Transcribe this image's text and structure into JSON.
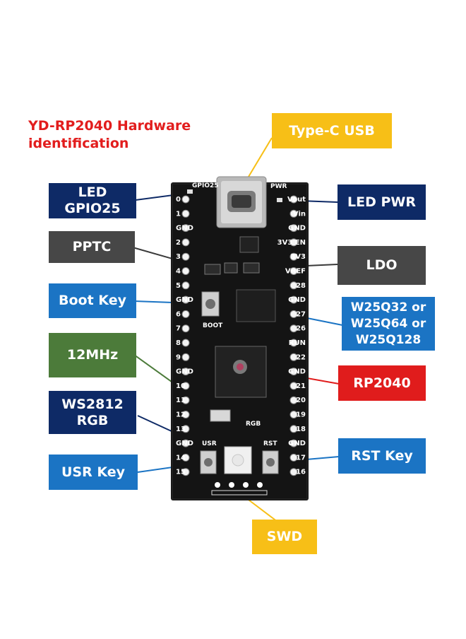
{
  "title": {
    "line1": "YD-RP2040 Hardware",
    "line2": "identification"
  },
  "colors": {
    "navy": "#0e2a66",
    "blue": "#1b74c4",
    "gray": "#474747",
    "green": "#4c7b3a",
    "red": "#e01c1c",
    "yellow": "#f7bf17",
    "title": "#e21d1d"
  },
  "labels": {
    "type_c_usb": "Type-C USB",
    "led_gpio25": "LED\nGPIO25",
    "led_pwr": "LED PWR",
    "pptc": "PPTC",
    "ldo": "LDO",
    "boot_key": "Boot Key",
    "flash": "W25Q32 or\nW25Q64 or\nW25Q128",
    "crystal": "12MHz",
    "rp2040": "RP2040",
    "ws2812": "WS2812\nRGB",
    "usr_key": "USR Key",
    "rst_key": "RST Key",
    "swd": "SWD"
  },
  "board": {
    "left_pins": [
      "0",
      "1",
      "GND",
      "2",
      "3",
      "4",
      "5",
      "GND",
      "6",
      "7",
      "8",
      "9",
      "GND",
      "10",
      "11",
      "12",
      "13",
      "GND",
      "14",
      "15"
    ],
    "right_pins": [
      "Vout",
      "Vin",
      "GND",
      "3V3 EN",
      "3V3",
      "VREF",
      "28",
      "GND",
      "27",
      "26",
      "RUN",
      "22",
      "GND",
      "21",
      "20",
      "19",
      "18",
      "GND",
      "17",
      "16"
    ],
    "silk": {
      "gpio25": "GPIO25",
      "pwr": "PWR",
      "boot": "BOOT",
      "usr": "USR",
      "rst": "RST",
      "rgb": "RGB"
    }
  }
}
